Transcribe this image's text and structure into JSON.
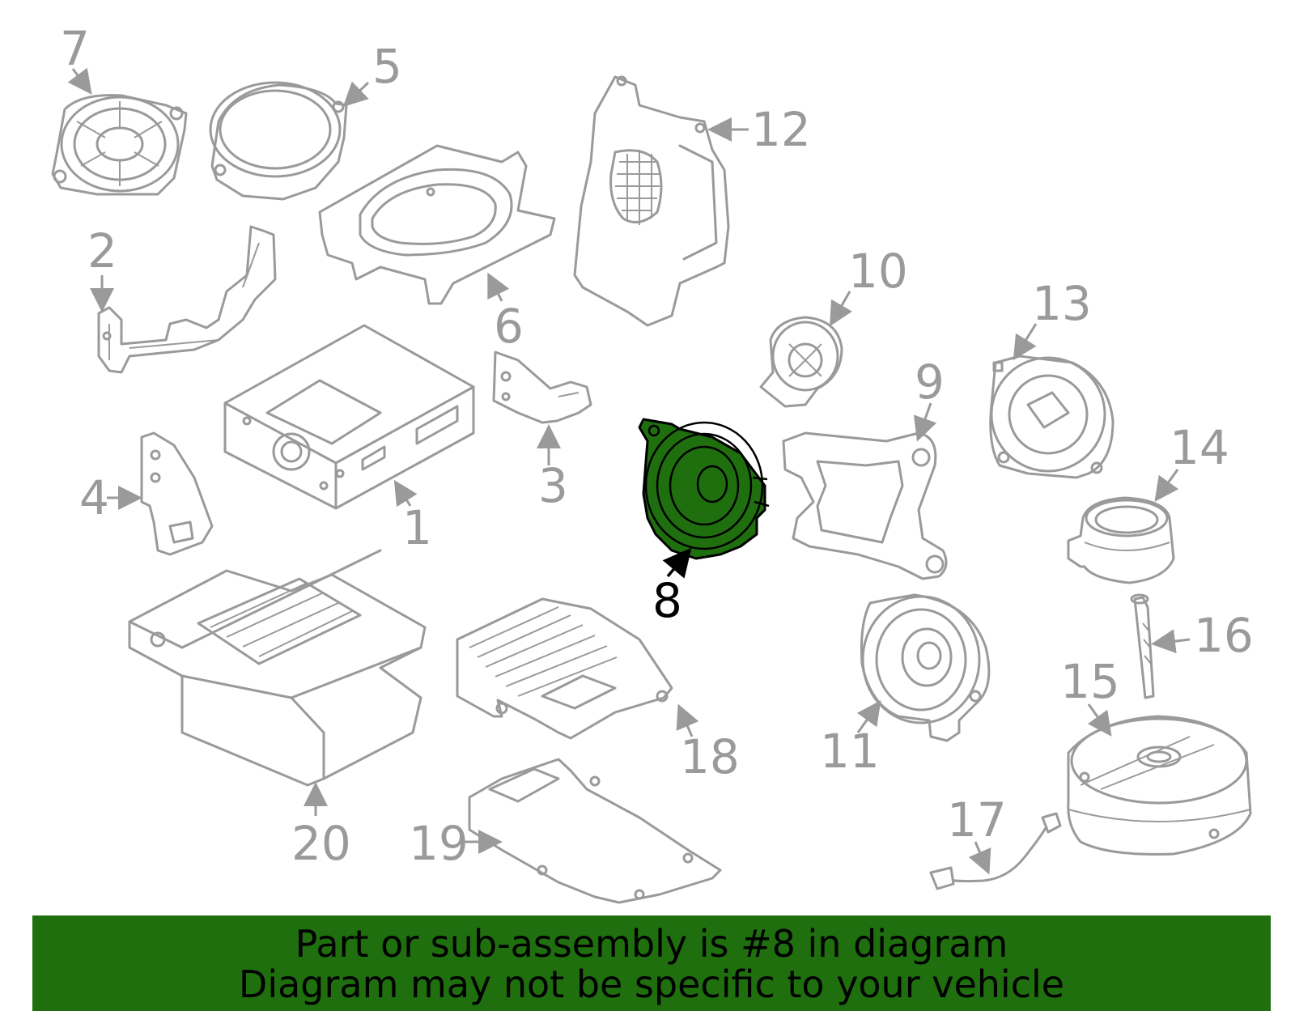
{
  "diagram": {
    "highlighted_part": "8",
    "callouts": [
      "1",
      "2",
      "3",
      "4",
      "5",
      "6",
      "7",
      "8",
      "9",
      "10",
      "11",
      "12",
      "13",
      "14",
      "15",
      "16",
      "17",
      "18",
      "19",
      "20"
    ]
  },
  "banner": {
    "line1": "Part or sub-assembly is #8 in diagram",
    "line2": "Diagram may not be specific to your vehicle",
    "background_color": "#1f6f0f"
  },
  "colors": {
    "part_stroke": "#9a9a9a",
    "highlight_fill": "#1f6f0f",
    "highlight_stroke": "#000000"
  }
}
